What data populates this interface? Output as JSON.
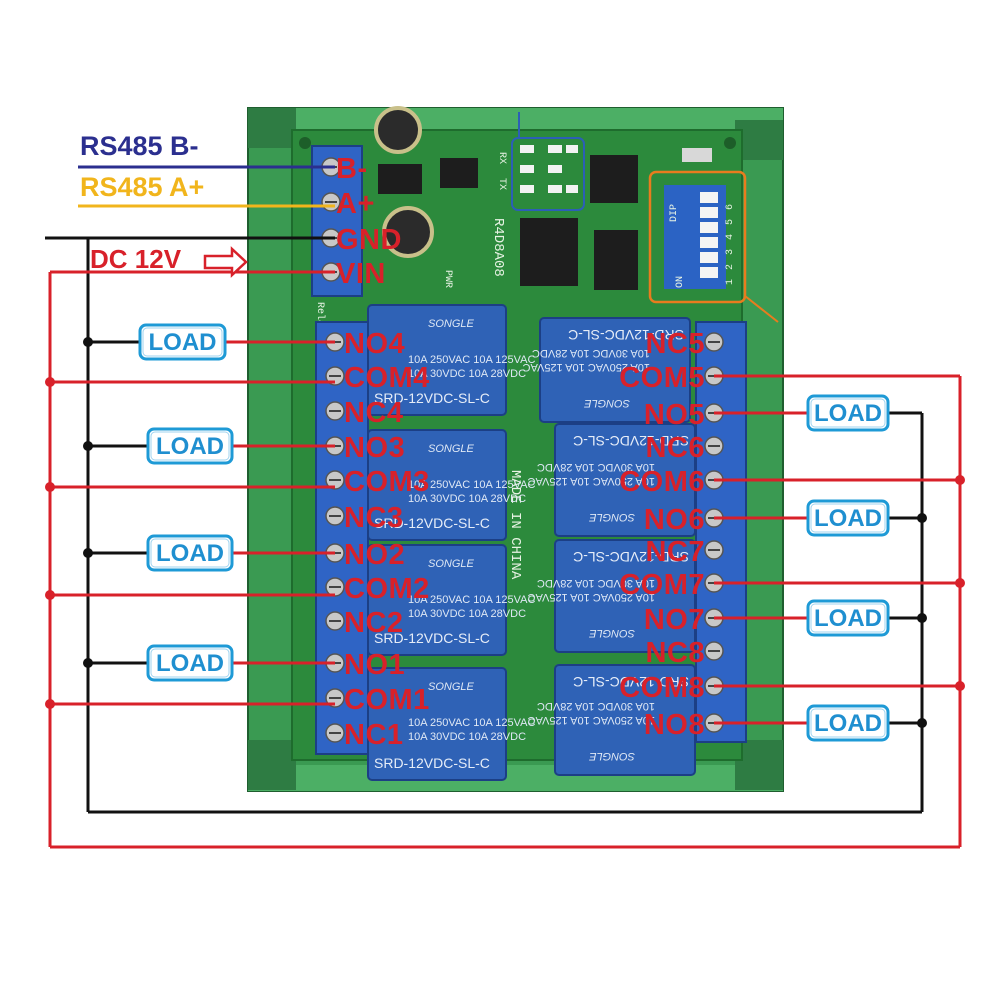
{
  "board": {
    "model": "R4D8A08",
    "relay_word": "Relay",
    "made_in": "MADE IN CHINA",
    "dip_label": "DIP",
    "dip_on": "ON",
    "dip_numbers": [
      "1",
      "2",
      "3",
      "4",
      "5",
      "6"
    ],
    "pwr_label": "PWR",
    "rx_label": "RX",
    "tx_label": "TX"
  },
  "relay_module": {
    "brand": "SONGLE",
    "model": "SRD-12VDC-SL-C",
    "rating_lines": [
      "10A 250VAC  10A 125VAC",
      "10A 30VDC  10A 28VDC"
    ]
  },
  "colors": {
    "power_wire": "#d8212a",
    "ground_wire": "#111111",
    "rs485_b": "#2b2f8f",
    "rs485_a": "#f1b51c",
    "pcb": "#2c8a3c",
    "rail": "#3ea057",
    "relay": "#2f62b6",
    "terminal": "#2f64c5",
    "load_border": "#1e9ad6"
  },
  "signals": {
    "rs485_b_label": "RS485 B-",
    "rs485_a_label": "RS485 A+",
    "dc_label": "DC 12V",
    "dc_arrow_icon": "arrow-right-icon"
  },
  "power_terminals": [
    "B-",
    "A+",
    "GND",
    "VIN"
  ],
  "left_terminals": [
    "NO4",
    "COM4",
    "NC4",
    "NO3",
    "COM3",
    "NC3",
    "NO2",
    "COM2",
    "NC2",
    "NO1",
    "COM1",
    "NC1"
  ],
  "right_terminals": [
    "NC5",
    "COM5",
    "NO5",
    "NC6",
    "COM6",
    "NO6",
    "NC7",
    "COM7",
    "NO7",
    "NC8",
    "COM8",
    "NO8"
  ],
  "load_label": "LOAD"
}
